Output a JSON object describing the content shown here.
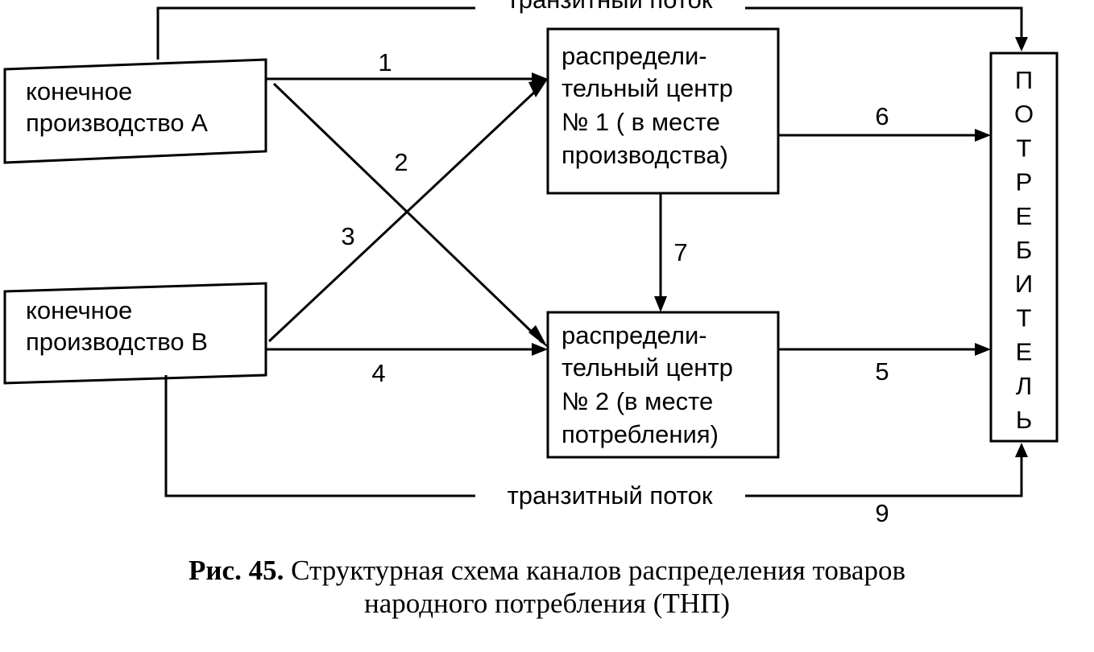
{
  "nodes": {
    "producer_a": [
      "конечное",
      "производство А"
    ],
    "producer_b": [
      "конечное",
      "производство В"
    ],
    "center_1": [
      "распредели-",
      "тельный центр",
      "№ 1 ( в месте",
      "производства)"
    ],
    "center_2": [
      "распредели-",
      "тельный центр",
      "№ 2 (в месте",
      "потребления)"
    ],
    "consumer": [
      "П",
      "О",
      "Т",
      "Р",
      "Е",
      "Б",
      "И",
      "Т",
      "Е",
      "Л",
      "Ь"
    ]
  },
  "flows": {
    "transit_top": "транзитный поток",
    "transit_bottom": "транзитный поток",
    "n1": "1",
    "n2": "2",
    "n3": "3",
    "n4": "4",
    "n5": "5",
    "n6": "6",
    "n7": "7",
    "n9": "9"
  },
  "caption": {
    "prefix": "Рис. 45.",
    "text": "Структурная схема каналов распределения товаров",
    "line2": "народного потребления (ТНП)"
  }
}
